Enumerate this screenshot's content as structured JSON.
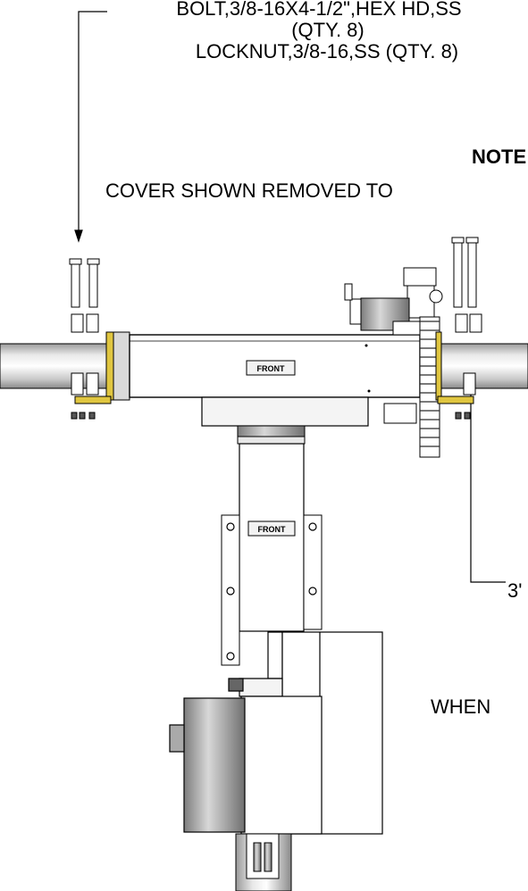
{
  "callouts": {
    "bolt_line": "BOLT,3/8-16X4-1/2\",HEX HD,SS",
    "bolt_qty": "(QTY. 8)",
    "locknut_line": "LOCKNUT,3/8-16,SS (QTY. 8)",
    "note_label": "NOTE:",
    "note_text": "COVER SHOWN REMOVED TO",
    "dim_label": "3'",
    "when_text": "WHEN"
  },
  "labels": {
    "front_upper": "FRONT",
    "front_lower": "FRONT"
  }
}
